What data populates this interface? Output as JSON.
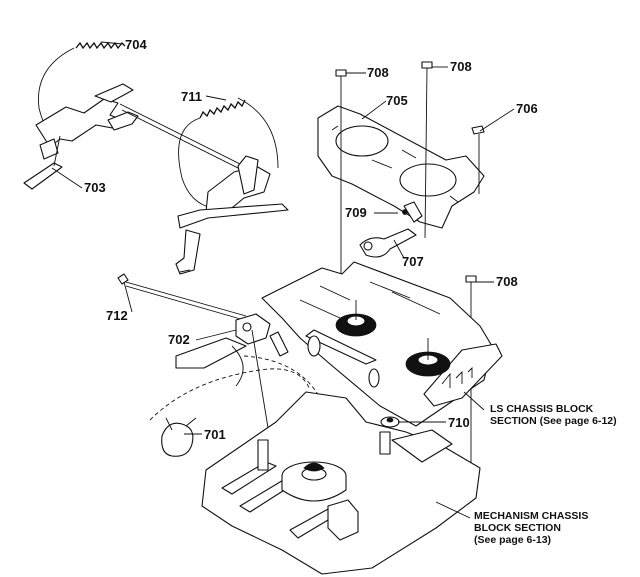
{
  "callouts": [
    {
      "id": "704",
      "text": "704"
    },
    {
      "id": "711",
      "text": "711"
    },
    {
      "id": "703",
      "text": "703"
    },
    {
      "id": "708a",
      "text": "708"
    },
    {
      "id": "708b",
      "text": "708"
    },
    {
      "id": "705",
      "text": "705"
    },
    {
      "id": "706",
      "text": "706"
    },
    {
      "id": "709",
      "text": "709"
    },
    {
      "id": "707",
      "text": "707"
    },
    {
      "id": "708c",
      "text": "708"
    },
    {
      "id": "712",
      "text": "712"
    },
    {
      "id": "702",
      "text": "702"
    },
    {
      "id": "701",
      "text": "701"
    },
    {
      "id": "710",
      "text": "710"
    }
  ],
  "sections": {
    "ls": {
      "line1": "LS CHASSIS BLOCK",
      "line2": "SECTION (See page 6-12)"
    },
    "mechanism": {
      "line1": "MECHANISM CHASSIS",
      "line2": "BLOCK SECTION",
      "line3": "(See page 6-13)"
    }
  }
}
